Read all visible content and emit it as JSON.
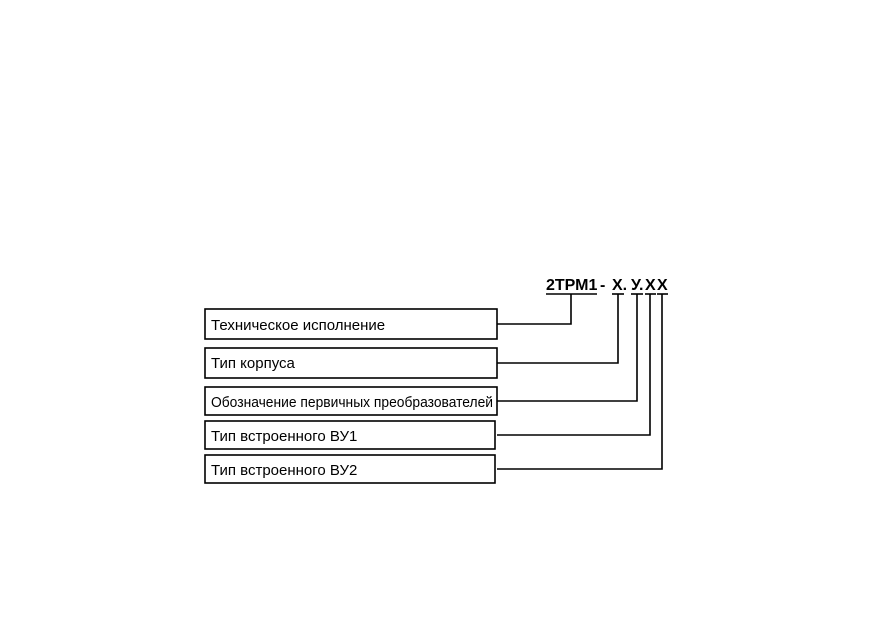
{
  "designation": {
    "base": "2ТРМ1",
    "separator": "-",
    "field1": "Х.",
    "field2": "У.",
    "field3": "Х",
    "field4": "Х"
  },
  "labels": [
    "Техническое исполнение",
    "Тип корпуса",
    "Обозначение первичных преобразователей",
    "Тип встроенного ВУ1",
    "Тип встроенного ВУ2"
  ]
}
